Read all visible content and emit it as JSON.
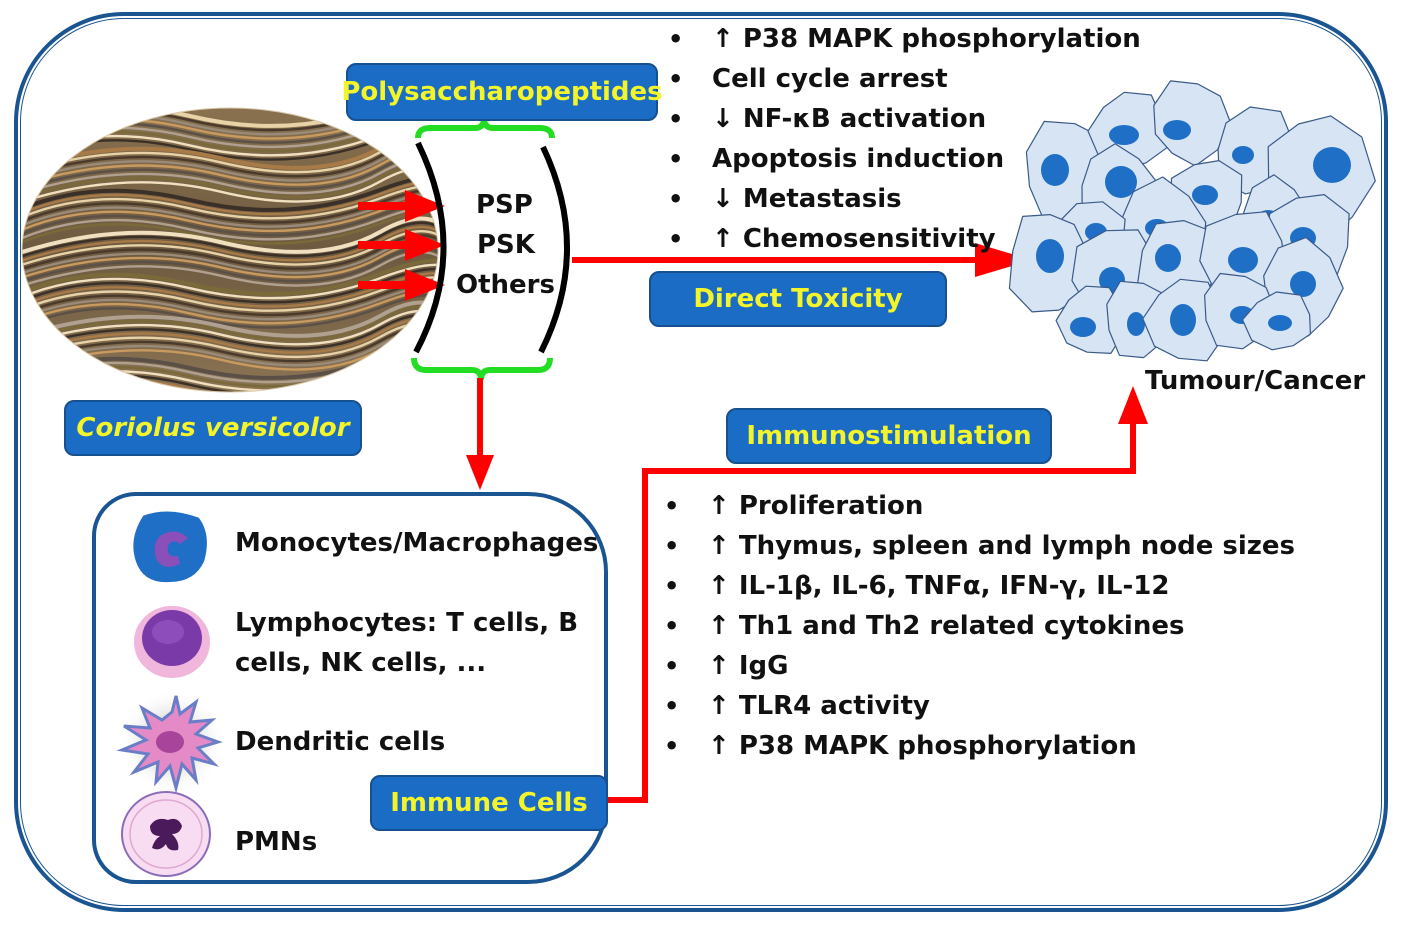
{
  "source": {
    "label": "Coriolus versicolor",
    "compounds": [
      "PSP",
      "PSK",
      "Others"
    ],
    "compound_group_label": "Polysaccharopeptides"
  },
  "pathways": {
    "direct": {
      "label": "Direct Toxicity",
      "effects": [
        "↑ P38 MAPK phosphorylation",
        "Cell cycle arrest",
        "↓ NF-κB activation",
        "Apoptosis induction",
        "↓ Metastasis",
        "↑ Chemosensitivity"
      ]
    },
    "immuno": {
      "label": "Immunostimulation",
      "effects": [
        "↑ Proliferation",
        "↑ Thymus, spleen and lymph node sizes",
        "↑ IL-1β, IL-6, TNFα, IFN-γ, IL-12",
        "↑ Th1 and Th2 related cytokines",
        "↑ IgG",
        "↑ TLR4 activity",
        "↑ P38 MAPK phosphorylation"
      ]
    }
  },
  "target": {
    "label": "Tumour/Cancer"
  },
  "immune_cells": {
    "label": "Immune Cells",
    "cells": [
      {
        "name": "Monocytes/Macrophages",
        "icon": "macrophage-icon"
      },
      {
        "name": "Lymphocytes: T cells, B cells, NK cells, ...",
        "line1": "Lymphocytes: T cells, B",
        "line2": "cells, NK cells, ...",
        "icon": "lymphocyte-icon"
      },
      {
        "name": "Dendritic cells",
        "icon": "dendritic-cell-icon"
      },
      {
        "name": "PMNs",
        "icon": "pmn-icon"
      }
    ]
  },
  "colors": {
    "label_box": "#1a6cc4",
    "label_text": "#f4f42a",
    "arrow": "#ff0000",
    "bracket": "#22dd22",
    "border": "#1a5592",
    "cell_fill": "#d6e4f4",
    "nucleus": "#1f6fc6"
  }
}
